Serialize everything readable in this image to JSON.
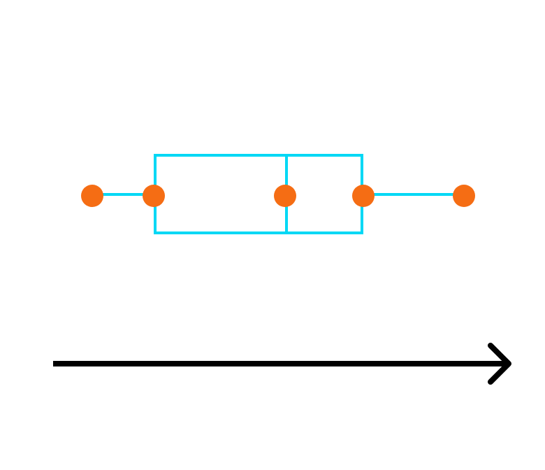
{
  "colors": {
    "background": "#ffffff",
    "box_stroke": "#00d8f5",
    "point_fill": "#f56d14",
    "axis_stroke": "#000000"
  },
  "box_plot": {
    "minimum": 0,
    "q1": 1,
    "median": 3,
    "q3": 4,
    "maximum": 6
  },
  "axis": {
    "arrow": "right-arrow-icon",
    "tick_labels": []
  }
}
